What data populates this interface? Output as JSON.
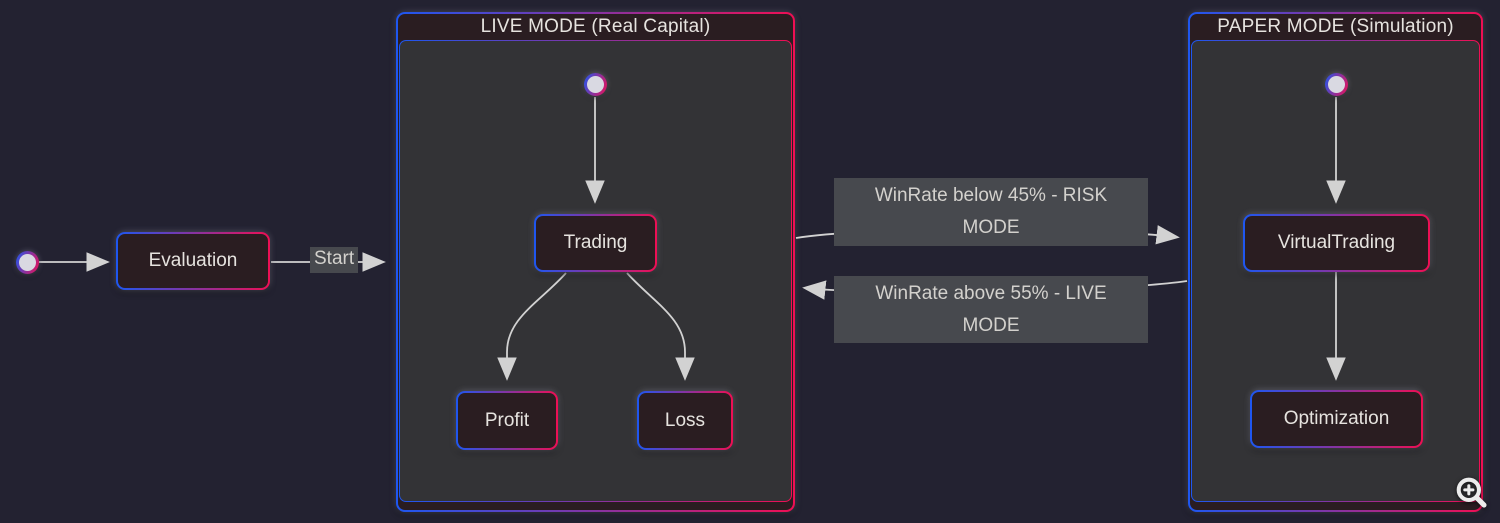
{
  "diagram": {
    "type": "state-diagram"
  },
  "theme": {
    "page_bg": "#232231",
    "container_body_bg": "#333336",
    "node_bg": "#2a1d21",
    "grad_a": "#1e57f0",
    "grad_b": "#ee0f54",
    "edge_color": "#d2d2d2",
    "label_bg": "#47494e",
    "label_text": "#d3d1cd",
    "text_color": "#e6e3df",
    "circle_fill": "#d9d9e2"
  },
  "containers": {
    "live": {
      "title": "LIVE MODE (Real Capital)"
    },
    "paper": {
      "title": "PAPER MODE (Simulation)"
    }
  },
  "nodes": {
    "evaluation": "Evaluation",
    "trading": "Trading",
    "profit": "Profit",
    "loss": "Loss",
    "virtual_trading": "VirtualTrading",
    "optimization": "Optimization"
  },
  "edge_labels": {
    "start": "Start",
    "to_paper": "WinRate below 45% - RISK MODE",
    "to_live": "WinRate above 55% - LIVE MODE"
  },
  "edges": [
    {
      "from": "initial",
      "to": "Evaluation",
      "label": ""
    },
    {
      "from": "Evaluation",
      "to": "LIVE MODE",
      "label": "Start"
    },
    {
      "from": "LIVE MODE.initial",
      "to": "Trading",
      "label": ""
    },
    {
      "from": "Trading",
      "to": "Profit",
      "label": ""
    },
    {
      "from": "Trading",
      "to": "Loss",
      "label": ""
    },
    {
      "from": "LIVE MODE",
      "to": "PAPER MODE",
      "label": "WinRate below 45% - RISK MODE"
    },
    {
      "from": "PAPER MODE",
      "to": "LIVE MODE",
      "label": "WinRate above 55% - LIVE MODE"
    },
    {
      "from": "PAPER MODE.initial",
      "to": "VirtualTrading",
      "label": ""
    },
    {
      "from": "VirtualTrading",
      "to": "Optimization",
      "label": ""
    }
  ],
  "icons": {
    "zoom": "magnifier-plus"
  }
}
